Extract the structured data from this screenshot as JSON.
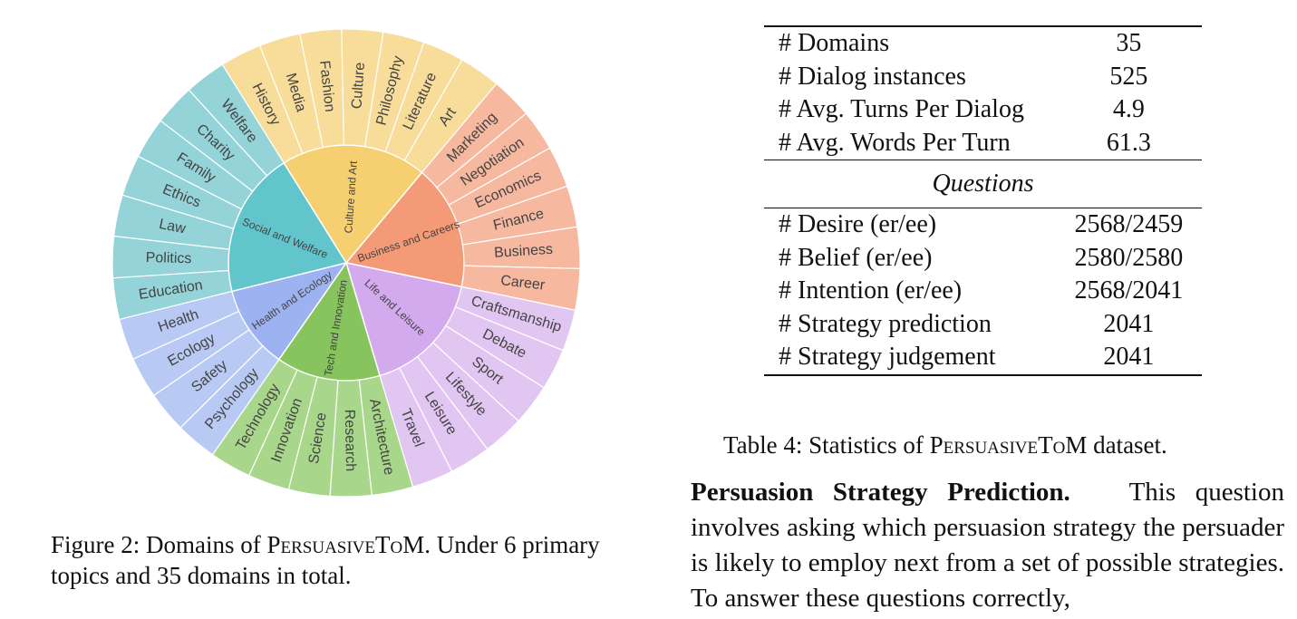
{
  "figure": {
    "caption_prefix": "Figure 2: Domains of",
    "caption_name": "PersuasiveToM",
    "caption_rest": ". Under 6 primary topics and 35 domains in total.",
    "topics": [
      {
        "name": "Culture and Art",
        "color": "#F6CF70",
        "light": "#F8DC9A",
        "domains": [
          "Art",
          "Literature",
          "Philosophy",
          "Culture",
          "Fashion",
          "Media",
          "History"
        ]
      },
      {
        "name": "Business and Careers",
        "color": "#F59A76",
        "light": "#F7B8A0",
        "domains": [
          "Career",
          "Business",
          "Finance",
          "Economics",
          "Negotiation",
          "Marketing"
        ]
      },
      {
        "name": "Life and Leisure",
        "color": "#D4AAEE",
        "light": "#E2C6F2",
        "domains": [
          "Travel",
          "Leisure",
          "Lifestyle",
          "Sport",
          "Debate",
          "Craftsmanship"
        ]
      },
      {
        "name": "Tech and Innovation",
        "color": "#88C45E",
        "light": "#A8D68A",
        "domains": [
          "Technology",
          "Innovation",
          "Science",
          "Research",
          "Architecture"
        ]
      },
      {
        "name": "Health and Ecology",
        "color": "#9DB3F1",
        "light": "#B8C9F4",
        "domains": [
          "Health",
          "Ecology",
          "Safety",
          "Psychology"
        ]
      },
      {
        "name": "Social and Welfare",
        "color": "#62C5CC",
        "light": "#94D4D9",
        "domains": [
          "Welfare",
          "Charity",
          "Family",
          "Ethics",
          "Law",
          "Politics",
          "Education"
        ]
      }
    ]
  },
  "table": {
    "rows_top": [
      {
        "label": "# Domains",
        "value": "35"
      },
      {
        "label": "# Dialog instances",
        "value": "525"
      },
      {
        "label": "# Avg. Turns Per Dialog",
        "value": "4.9"
      },
      {
        "label": "# Avg. Words Per Turn",
        "value": "61.3"
      }
    ],
    "section_header": "Questions",
    "rows_bottom": [
      {
        "label": "# Desire (er/ee)",
        "value": "2568/2459"
      },
      {
        "label": "# Belief (er/ee)",
        "value": "2580/2580"
      },
      {
        "label": "# Intention (er/ee)",
        "value": "2568/2041"
      },
      {
        "label": "# Strategy prediction",
        "value": "2041"
      },
      {
        "label": "# Strategy judgement",
        "value": "2041"
      }
    ],
    "caption_prefix": "Table 4: Statistics of",
    "caption_name": "PersuasiveToM",
    "caption_rest": " dataset."
  },
  "body": {
    "heading": "Persuasion Strategy Prediction.",
    "text": "This question involves asking which persuasion strategy the persuader is likely to employ next from a set of possible strategies. To answer these questions correctly,"
  }
}
